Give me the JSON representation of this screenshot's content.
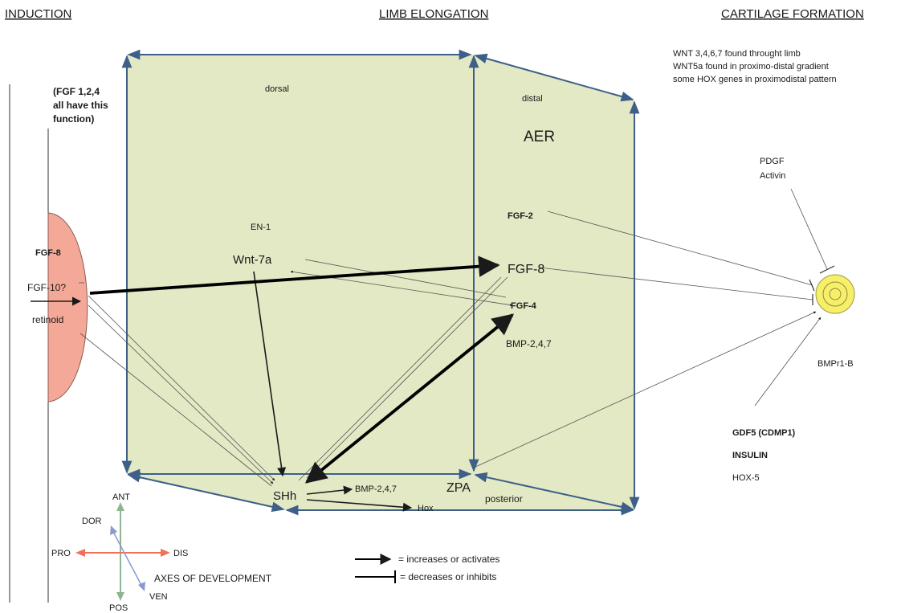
{
  "headers": {
    "induction": "INDUCTION",
    "limb_elongation": "LIMB ELONGATION",
    "cartilage_formation": "CARTILAGE FORMATION"
  },
  "cartilage_notes": [
    "WNT 3,4,6,7 found throught limb",
    "WNT5a found in proximo-distal gradient",
    "some HOX genes in proximodistal pattern"
  ],
  "induction": {
    "note_line1": "(FGF 1,2,4",
    "note_line2": "all have this",
    "note_line3": "function)",
    "fgf8": "FGF-8",
    "fgf10": "FGF-10?",
    "retinoid": "retinoid"
  },
  "limb": {
    "dorsal": "dorsal",
    "distal": "distal",
    "aer": "AER",
    "en1": "EN-1",
    "wnt7a": "Wnt-7a",
    "fgf2": "FGF-2",
    "fgf8": "FGF-8",
    "fgf4": "FGF-4",
    "bmp_distal": "BMP-2,4,7",
    "shh": "SHh",
    "bmp_posterior": "BMP-2,4,7",
    "hox": "Hox",
    "zpa": "ZPA",
    "posterior": "posterior"
  },
  "cartilage": {
    "pdgf": "PDGF",
    "activin": "Activin",
    "bmpr": "BMPr1-B",
    "gdf5": "GDF5 (CDMP1)",
    "insulin": "INSULIN",
    "hox5": "HOX-5"
  },
  "axes": {
    "ant": "ANT",
    "dor": "DOR",
    "pro": "PRO",
    "dis": "DIS",
    "ven": "VEN",
    "pos": "POS",
    "title": "AXES OF DEVELOPMENT"
  },
  "legend": {
    "activates": "= increases or activates",
    "inhibits": "= decreases or inhibits"
  },
  "colors": {
    "limb_fill": "#e3e9c4",
    "frame": "#3e5f88",
    "bud_fill": "#f4a898",
    "cartilage_fill": "#f7ef6a",
    "axis_green": "#8fb58f",
    "axis_red": "#f0705a",
    "axis_blue": "#8a9ad0"
  }
}
